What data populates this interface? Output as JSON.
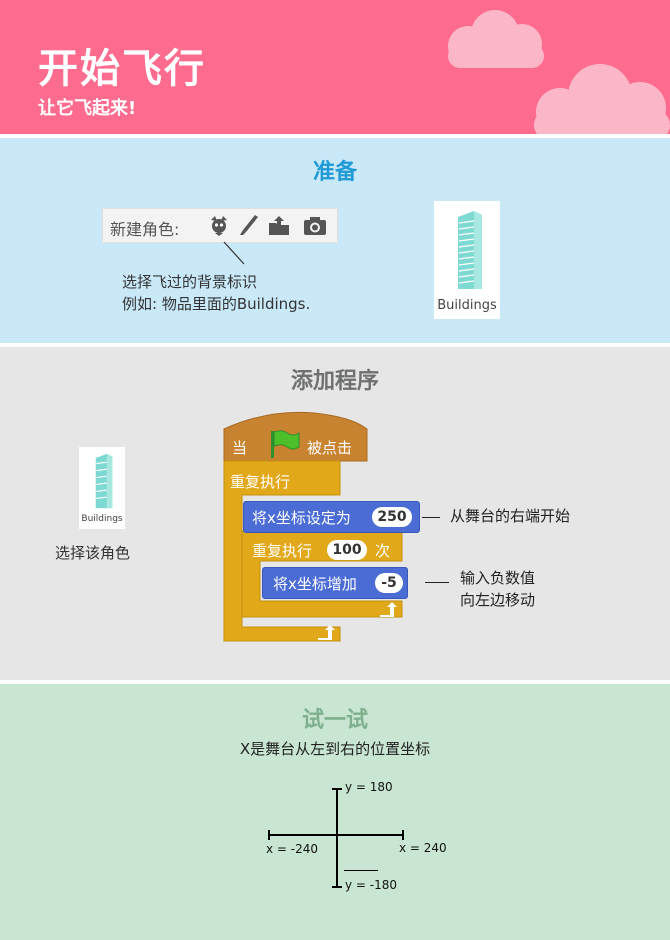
{
  "header": {
    "title": "开始飞行",
    "subtitle": "让它飞起来!",
    "colors": {
      "background": "#fd6b8e",
      "cloud": "#fbb7c8"
    }
  },
  "prep": {
    "title": "准备",
    "toolbar": {
      "label": "新建角色:",
      "tools": [
        "choose-sprite-icon",
        "paint-brush-icon",
        "upload-icon",
        "camera-icon"
      ]
    },
    "note_lines": [
      "选择飞过的背景标识",
      "例如: 物品里面的Buildings."
    ],
    "sprite_name": "Buildings"
  },
  "program": {
    "title": "添加程序",
    "sprite_name": "Buildings",
    "select_note": "选择该角色",
    "blocks": {
      "hat_prefix": "当",
      "hat_suffix": "被点击",
      "forever": "重复执行",
      "set_x": "将x坐标设定为",
      "set_x_value": "250",
      "repeat": "重复执行",
      "repeat_value": "100",
      "repeat_suffix": "次",
      "change_x": "将x坐标增加",
      "change_x_value": "-5"
    },
    "annotations": {
      "set_x_note": "从舞台的右端开始",
      "change_x_note_lines": [
        "输入负数值",
        "向左边移动"
      ]
    },
    "colors": {
      "events": "#c88330",
      "control": "#e1a91a",
      "motion": "#4a6cd4"
    }
  },
  "try": {
    "title": "试一试",
    "description": "X是舞台从左到右的位置坐标",
    "axis": {
      "y_top": "y = 180",
      "y_bottom": "y = -180",
      "x_left": "x = -240",
      "x_right": "x = 240"
    }
  }
}
